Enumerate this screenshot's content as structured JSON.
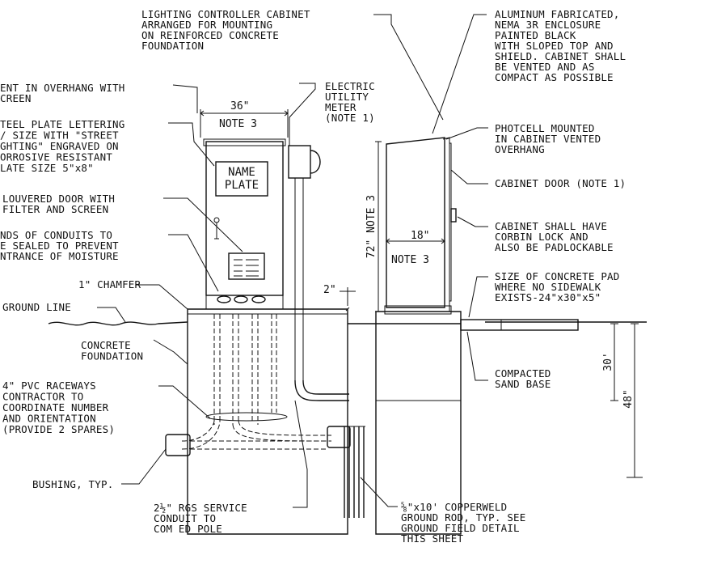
{
  "labels": {
    "lighting_controller": [
      "LIGHTING CONTROLLER CABINET",
      "ARRANGED FOR MOUNTING",
      "ON REINFORCED CONCRETE",
      "FOUNDATION"
    ],
    "aluminum": [
      "ALUMINUM FABRICATED,",
      "NEMA 3R ENCLOSURE",
      "PAINTED BLACK",
      "WITH SLOPED TOP AND",
      "SHIELD. CABINET SHALL",
      "BE VENTED AND AS",
      "COMPACT AS POSSIBLE"
    ],
    "vent": [
      "ENT IN OVERHANG WITH",
      "CREEN"
    ],
    "electric_meter": [
      "ELECTRIC",
      "UTILITY",
      "METER",
      "(NOTE 1)"
    ],
    "steel_plate": [
      "TEEL PLATE LETTERING",
      "/ SIZE WITH \"STREET",
      "GHTING\" ENGRAVED ON",
      "ORROSIVE RESISTANT",
      "LATE SIZE 5\"x8\""
    ],
    "photocell": [
      "PHOTCELL MOUNTED",
      "IN CABINET VENTED",
      "OVERHANG"
    ],
    "cabinet_door": "CABINET DOOR (NOTE 1)",
    "louvered": [
      "LOUVERED DOOR WITH",
      "FILTER AND SCREEN"
    ],
    "conduit_ends": [
      "NDS OF CONDUITS TO",
      "E SEALED TO PREVENT",
      "NTRANCE OF MOISTURE"
    ],
    "corbin": [
      "CABINET SHALL HAVE",
      "CORBIN LOCK AND",
      "ALSO BE PADLOCKABLE"
    ],
    "chamfer": "1\" CHAMFER",
    "ground_line": "GROUND LINE",
    "concrete_pad": [
      "SIZE OF CONCRETE PAD",
      "WHERE NO SIDEWALK",
      "EXISTS-24\"x30\"x5\""
    ],
    "concrete_foundation": [
      "CONCRETE",
      "FOUNDATION"
    ],
    "compacted": [
      "COMPACTED",
      "SAND BASE"
    ],
    "pvc": [
      "4\" PVC RACEWAYS",
      "CONTRACTOR TO",
      "COORDINATE NUMBER",
      "AND ORIENTATION",
      "(PROVIDE 2 SPARES)"
    ],
    "bushing": "BUSHING, TYP.",
    "rgs": [
      "2½\" RGS SERVICE",
      "CONDUIT TO",
      "COM ED POLE"
    ],
    "copperweld": [
      "⅝\"x10' COPPERWELD",
      "GROUND ROD, TYP. SEE",
      "GROUND FIELD DETAIL",
      "THIS SHEET"
    ],
    "name_plate": [
      "NAME",
      "PLATE"
    ]
  },
  "dimensions": {
    "width_36": "36\"",
    "note3_a": "NOTE 3",
    "height_72": "72\" NOTE 3",
    "width_18": "18\"",
    "note3_b": "NOTE 3",
    "two_in": "2\"",
    "depth_30": "30'",
    "depth_48": "48\""
  }
}
